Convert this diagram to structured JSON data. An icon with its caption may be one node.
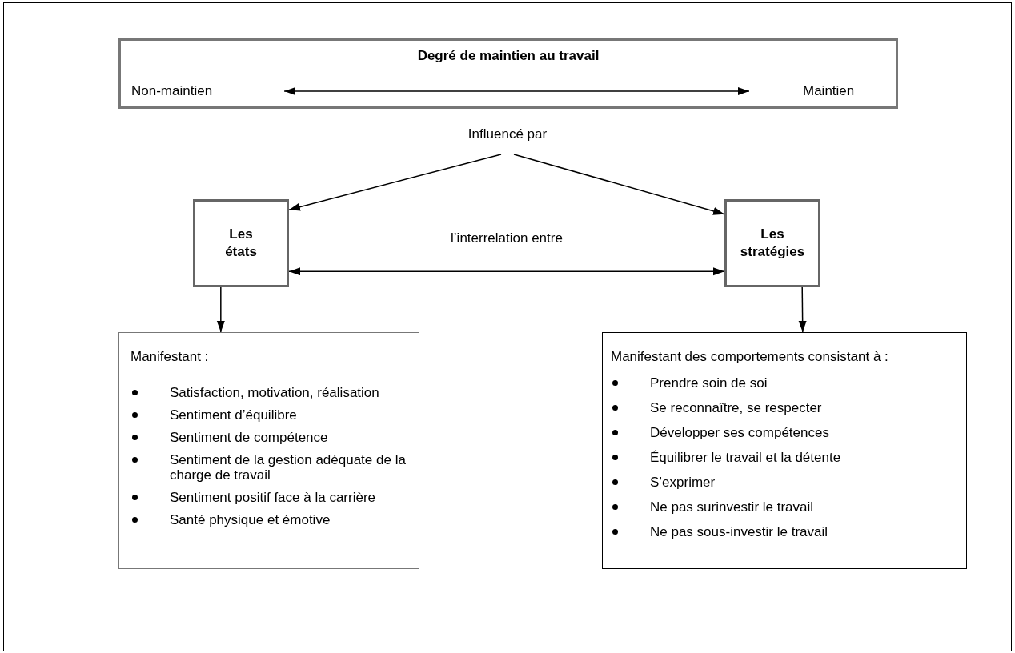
{
  "diagram": {
    "nodes": [
      {
        "text": [
          "Degré de maintien au travail"
        ]
      },
      {
        "text": [
          "Non-maintien"
        ],
        "in": 0
      },
      {
        "text": [
          "Maintien"
        ],
        "in": 0
      },
      {
        "text": [
          "Influencé par"
        ]
      },
      {
        "text": [
          "Les états"
        ]
      },
      {
        "text": [
          "Les stratégies"
        ]
      },
      {
        "text": [
          "Manifestant :",
          "Satisfaction, motivation, réalisation",
          "Sentiment d’équilibre",
          "Sentiment de compétence",
          "Sentiment de la gestion adéquate de la charge de travail",
          "Sentiment positif face à la carrière",
          "Santé physique et émotive"
        ]
      },
      {
        "text": [
          "Manifestant des comportements consistant à :",
          "Prendre soin de soi",
          "Se reconnaître, se respecter",
          "Développer ses compétences",
          "Équilibrer le travail et la détente",
          "S’exprimer",
          "Ne pas surinvestir le travail",
          "Ne pas sous-investir le travail"
        ]
      }
    ],
    "edges": [
      {
        "from": 1,
        "to": 2,
        "arrow": "both"
      },
      {
        "from": 3,
        "to": 4,
        "arrow": "to"
      },
      {
        "from": 3,
        "to": 5,
        "arrow": "to"
      },
      {
        "from": 4,
        "to": 5,
        "arrow": "both",
        "label": "l’interrelation entre"
      },
      {
        "from": 4,
        "to": 6,
        "arrow": "to"
      },
      {
        "from": 5,
        "to": 7,
        "arrow": "to"
      }
    ]
  }
}
